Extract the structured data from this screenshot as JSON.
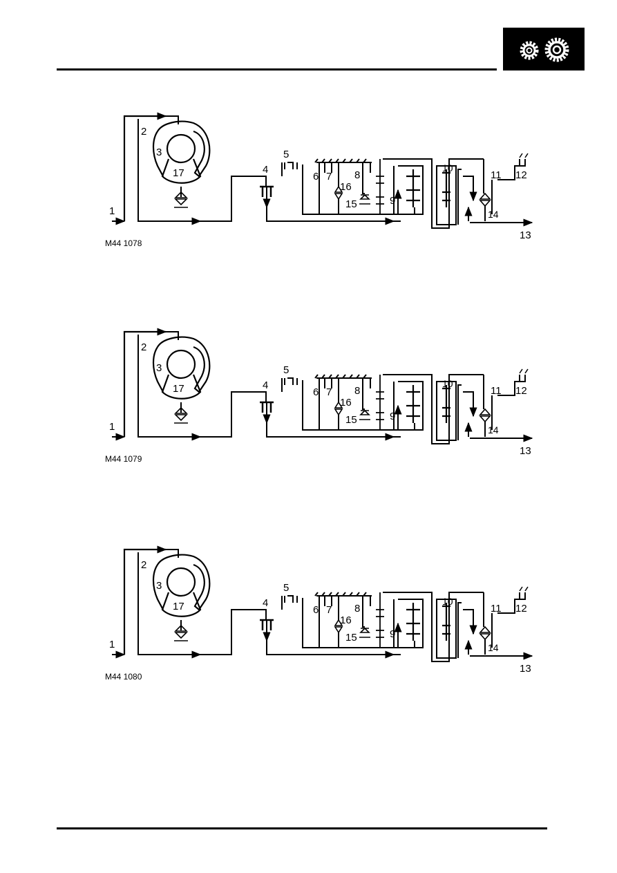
{
  "header": {
    "badge_icon": "gears-icon"
  },
  "colors": {
    "ink": "#000000",
    "paper": "#ffffff"
  },
  "diagrams": [
    {
      "caption": "M44 1078",
      "labels": {
        "l1": "1",
        "l2": "2",
        "l3": "3",
        "l4": "4",
        "l5": "5",
        "l6": "6",
        "l7": "7",
        "l8": "8",
        "l9": "9",
        "l10": "10",
        "l11": "11",
        "l12": "12",
        "l13": "13",
        "l14": "14",
        "l15": "15",
        "l16": "16",
        "l17": "17"
      }
    },
    {
      "caption": "M44 1079",
      "labels": {
        "l1": "1",
        "l2": "2",
        "l3": "3",
        "l4": "4",
        "l5": "5",
        "l6": "6",
        "l7": "7",
        "l8": "8",
        "l9": "9",
        "l10": "10",
        "l11": "11",
        "l12": "12",
        "l13": "13",
        "l14": "14",
        "l15": "15",
        "l16": "16",
        "l17": "17"
      }
    },
    {
      "caption": "M44 1080",
      "labels": {
        "l1": "1",
        "l2": "2",
        "l3": "3",
        "l4": "4",
        "l5": "5",
        "l6": "6",
        "l7": "7",
        "l8": "8",
        "l9": "9",
        "l10": "10",
        "l11": "11",
        "l12": "12",
        "l13": "13",
        "l14": "14",
        "l15": "15",
        "l16": "16",
        "l17": "17"
      }
    }
  ]
}
